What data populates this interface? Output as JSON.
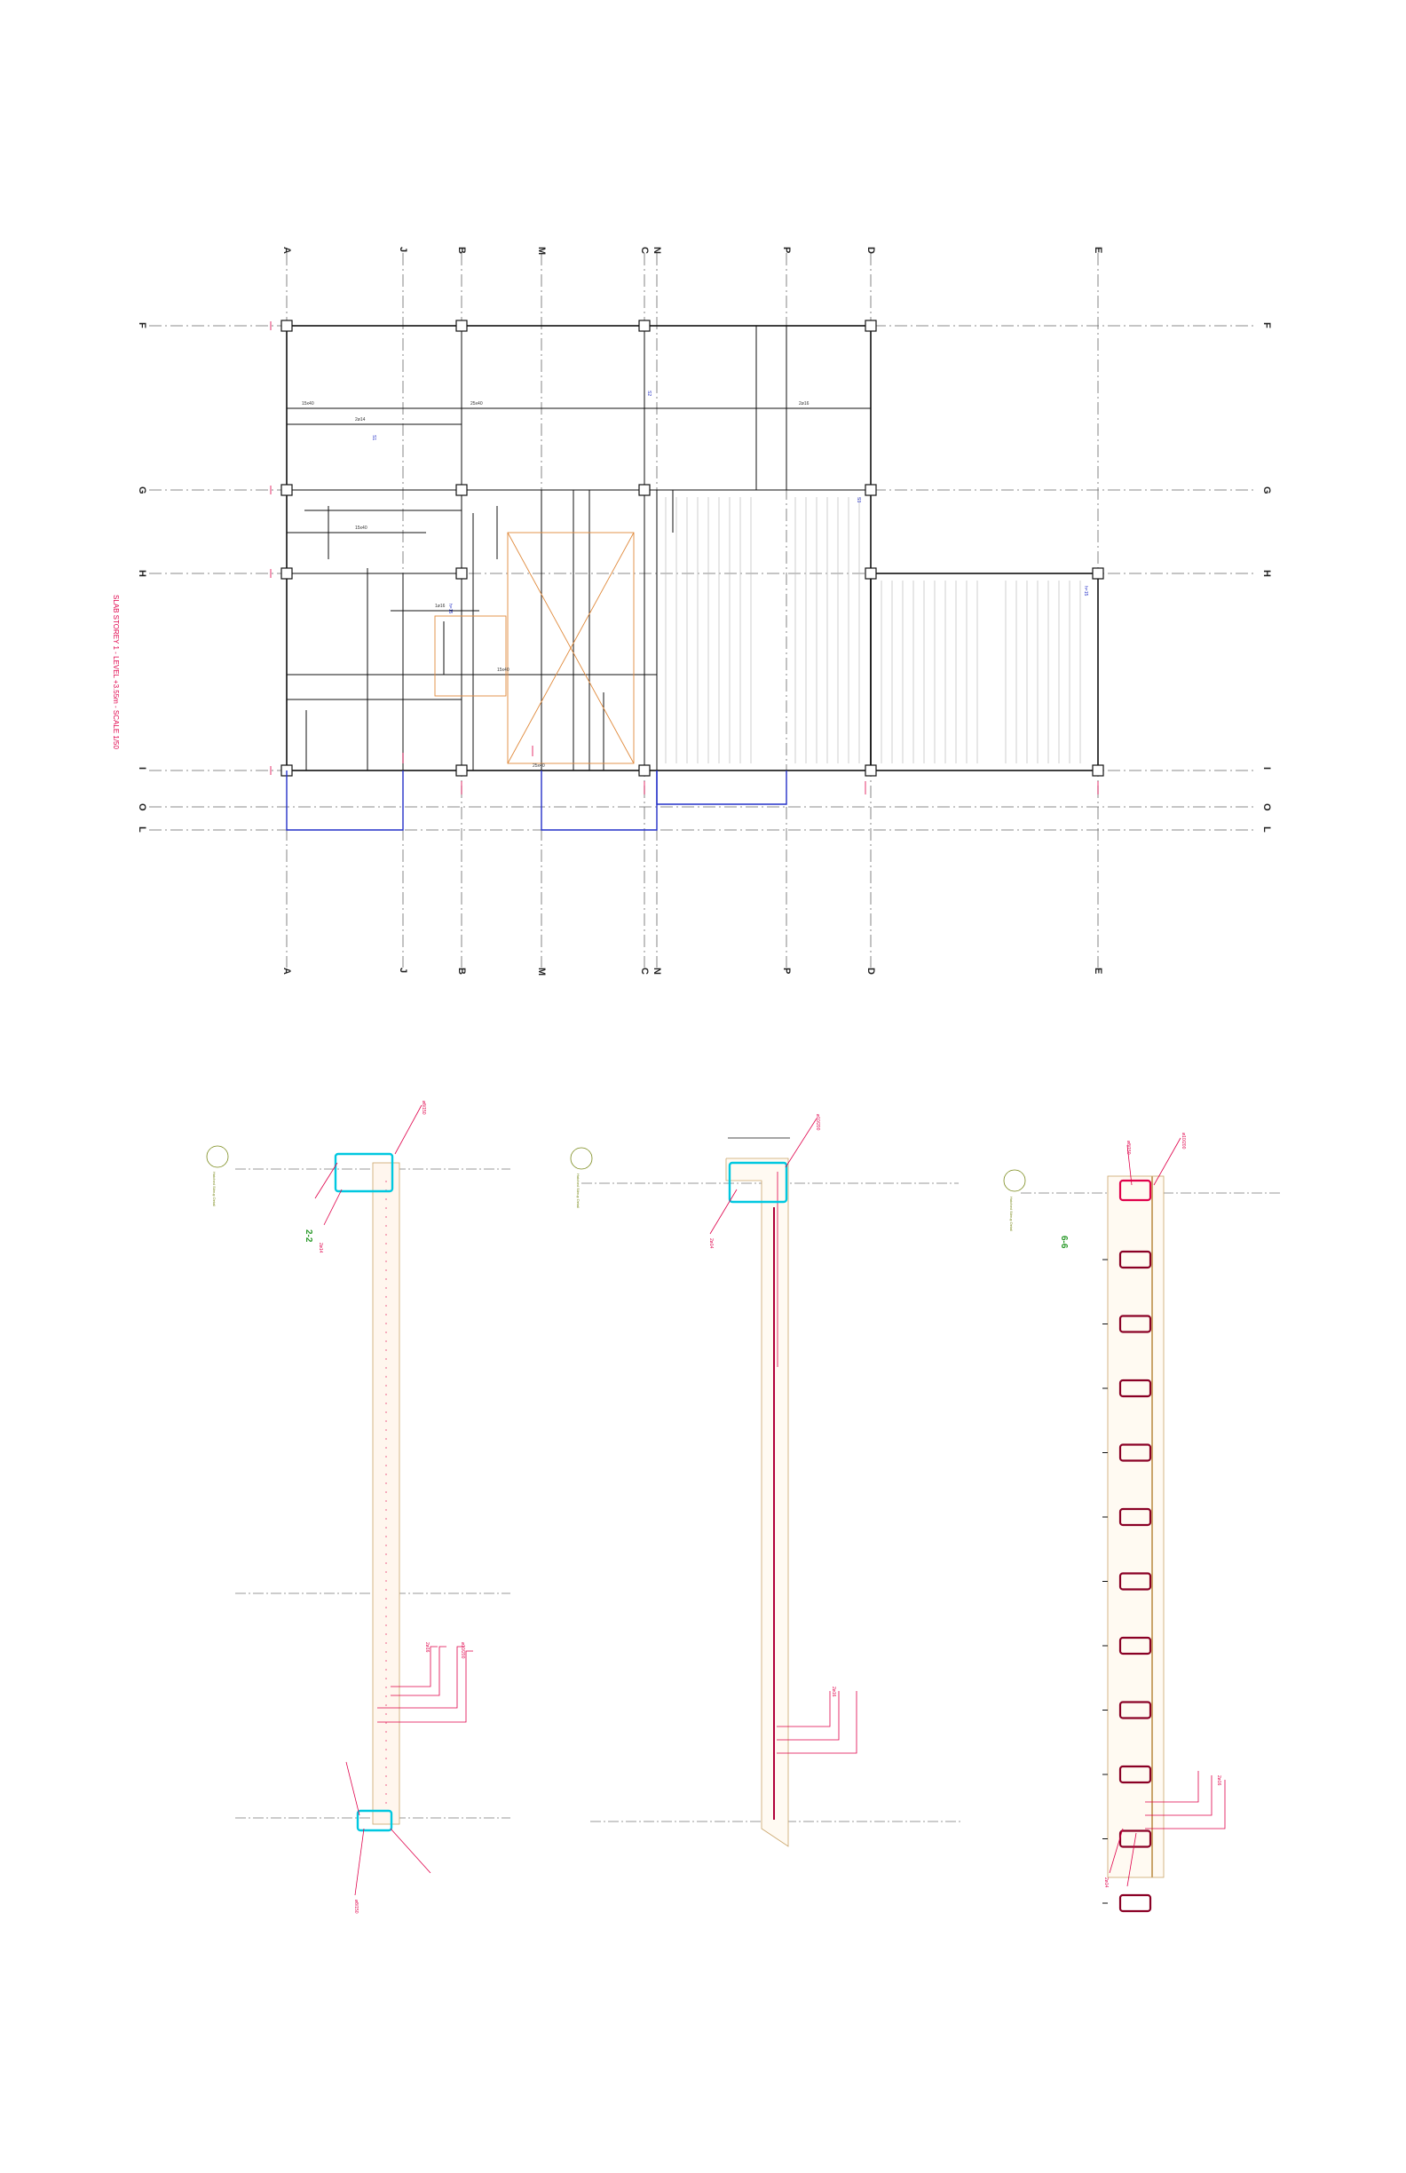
{
  "plan": {
    "title": "SLAB STOREY 1 - LEVEL +3.55m - SCALE 1/50",
    "top_axes": [
      {
        "label": "A"
      },
      {
        "label": "J"
      },
      {
        "label": "B"
      },
      {
        "label": "M"
      },
      {
        "label": "C"
      },
      {
        "label": "N"
      },
      {
        "label": "P"
      },
      {
        "label": "D"
      },
      {
        "label": "E"
      }
    ],
    "side_axes": [
      {
        "label": "F"
      },
      {
        "label": "G"
      },
      {
        "label": "H"
      },
      {
        "label": "I"
      },
      {
        "label": "O"
      },
      {
        "label": "L"
      }
    ],
    "beam_tags": [
      "15x40",
      "2ø14",
      "1ø16",
      "25x40",
      "2ø16"
    ],
    "slab_tags": [
      "S1",
      "S2",
      "S3",
      "h=15"
    ]
  },
  "sections": {
    "labels": [
      "2-2",
      "6-6"
    ],
    "rebar_tags": [
      "ø8/150",
      "2ø14",
      "2ø16",
      "ø10/200"
    ],
    "note": "Hatched Stirrup Detail"
  },
  "colors": {
    "axis": "#555555",
    "beam": "#111111",
    "rebar": "#e0004a",
    "highlight": "#00c8e0",
    "slab_edge": "#2430c8",
    "diagonal": "#e08a3c",
    "section_green": "#2b9a2b",
    "concrete": "#caa56a"
  }
}
